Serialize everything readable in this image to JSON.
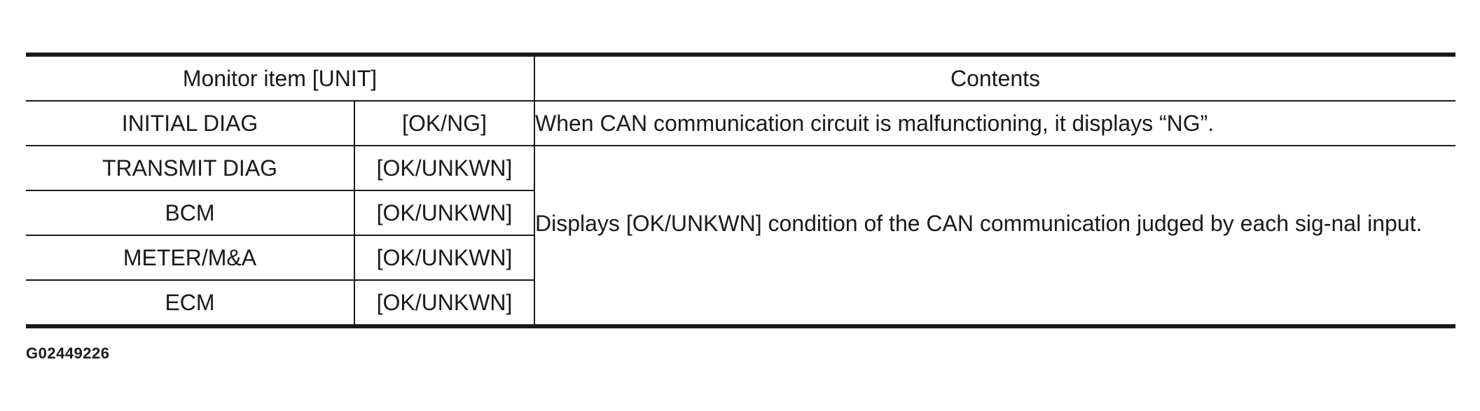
{
  "table": {
    "header": {
      "monitor_item": "Monitor item [UNIT]",
      "contents": "Contents"
    },
    "rows": [
      {
        "item": "INITIAL DIAG",
        "unit": "[OK/NG]",
        "contents": "When CAN communication circuit is malfunctioning, it displays “NG”."
      },
      {
        "item": "TRANSMIT DIAG",
        "unit": "[OK/UNKWN]"
      },
      {
        "item": "BCM",
        "unit": "[OK/UNKWN]"
      },
      {
        "item": "METER/M&A",
        "unit": "[OK/UNKWN]"
      },
      {
        "item": "ECM",
        "unit": "[OK/UNKWN]"
      }
    ],
    "merged_contents": "Displays [OK/UNKWN] condition of the CAN communication judged by each sig-nal input."
  },
  "figure_code": "G02449226"
}
